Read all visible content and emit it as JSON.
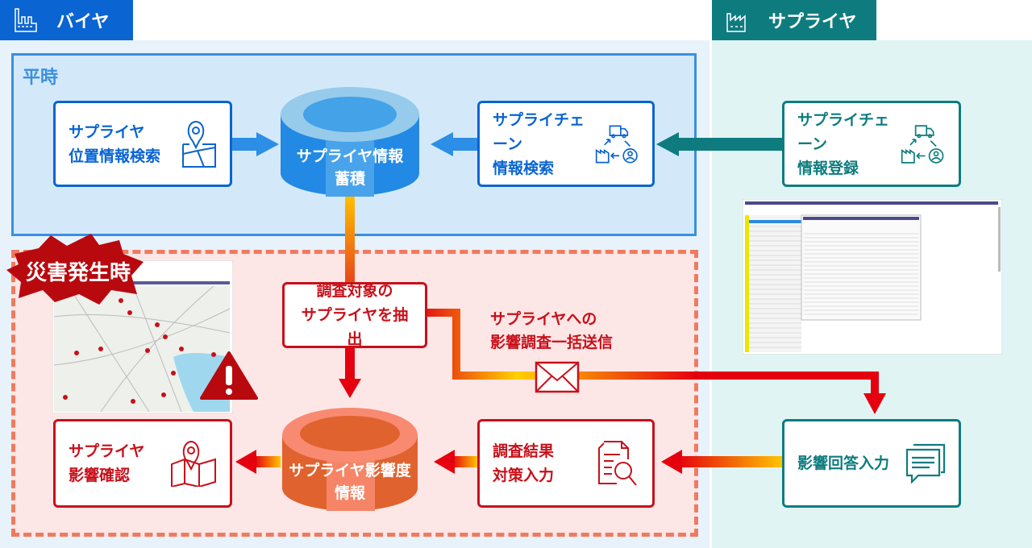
{
  "buyer": {
    "label": "バイヤ",
    "color": "#0a64d2",
    "icon": "factory-icon"
  },
  "supplier": {
    "label": "サプライヤ",
    "color": "#0e7c7f",
    "icon": "factory-icon"
  },
  "normal": {
    "label": "平時",
    "location_search": "サプライヤ\n位置情報検索",
    "db": "サプライヤ情報\n蓄積",
    "chain_search": "サプライチェーン\n情報検索",
    "chain_register": "サプライチェーン\n情報登録"
  },
  "disaster": {
    "label": "災害発生時",
    "extract": "調査対象の\nサプライヤを抽出",
    "send": "サプライヤへの\n影響調査一括送信",
    "impact_check": "サプライヤ\n影響確認",
    "db": "サプライヤ影響度\n情報",
    "result_input": "調査結果\n対策入力",
    "answer_input": "影響回答入力"
  }
}
